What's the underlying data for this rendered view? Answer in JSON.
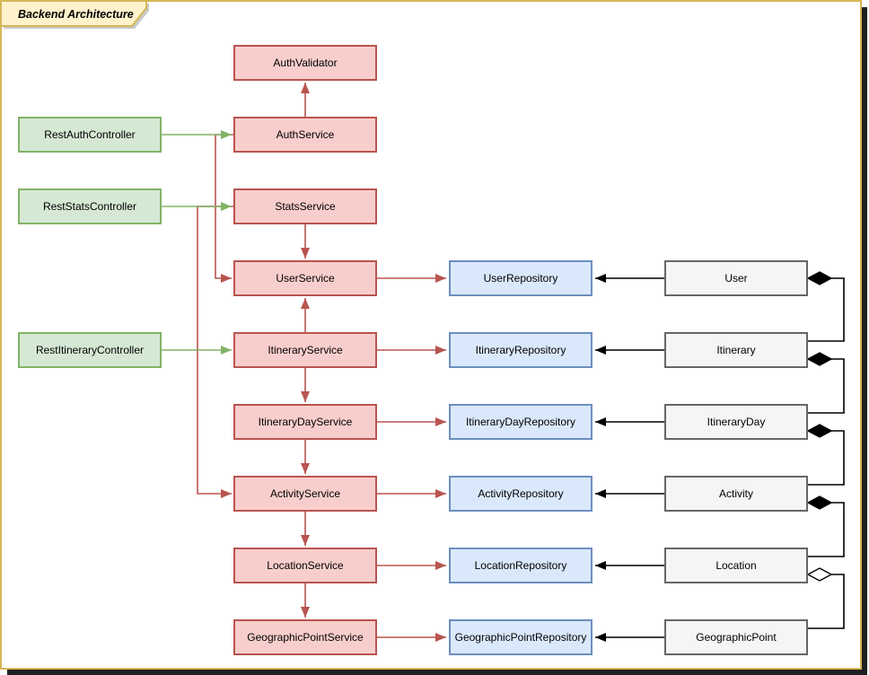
{
  "frame": {
    "title": "Backend Architecture"
  },
  "colors": {
    "frame_fill": "#fff2cc",
    "frame_stroke": "#d6b656",
    "controller_fill": "#d5e8d4",
    "controller_stroke": "#82b366",
    "service_fill": "#f8cecc",
    "service_stroke": "#b85450",
    "repository_fill": "#dae8fc",
    "repository_stroke": "#6c8ebf",
    "entity_fill": "#f5f5f5",
    "entity_stroke": "#666666",
    "edge_green": "#82b366",
    "edge_red": "#b85450",
    "edge_black": "#000000",
    "canvas_bg": "#ffffff"
  },
  "nodes": {
    "controllers": [
      {
        "label": "RestAuthController"
      },
      {
        "label": "RestStatsController"
      },
      {
        "label": "RestItineraryController"
      }
    ],
    "services": [
      {
        "label": "AuthValidator"
      },
      {
        "label": "AuthService"
      },
      {
        "label": "StatsService"
      },
      {
        "label": "UserService"
      },
      {
        "label": "ItineraryService"
      },
      {
        "label": "ItineraryDayService"
      },
      {
        "label": "ActivityService"
      },
      {
        "label": "LocationService"
      },
      {
        "label": "GeographicPointService"
      }
    ],
    "repositories": [
      {
        "label": "UserRepository"
      },
      {
        "label": "ItineraryRepository"
      },
      {
        "label": "ItineraryDayRepository"
      },
      {
        "label": "ActivityRepository"
      },
      {
        "label": "LocationRepository"
      },
      {
        "label": "GeographicPointRepository"
      }
    ],
    "entities": [
      {
        "label": "User"
      },
      {
        "label": "Itinerary"
      },
      {
        "label": "ItineraryDay"
      },
      {
        "label": "Activity"
      },
      {
        "label": "Location"
      },
      {
        "label": "GeographicPoint"
      }
    ]
  },
  "edges": [
    {
      "from": "RestAuthController",
      "to": "AuthService",
      "type": "arrow",
      "color": "green"
    },
    {
      "from": "RestStatsController",
      "to": "StatsService",
      "type": "arrow",
      "color": "green"
    },
    {
      "from": "RestItineraryController",
      "to": "ItineraryService",
      "type": "arrow",
      "color": "green"
    },
    {
      "from": "AuthService",
      "to": "AuthValidator",
      "type": "arrow",
      "color": "red"
    },
    {
      "from": "AuthService",
      "to": "UserService",
      "type": "arrow",
      "color": "red"
    },
    {
      "from": "StatsService",
      "to": "UserService",
      "type": "arrow",
      "color": "red"
    },
    {
      "from": "StatsService",
      "to": "ActivityService",
      "type": "arrow",
      "color": "red"
    },
    {
      "from": "ItineraryService",
      "to": "UserService",
      "type": "arrow",
      "color": "red"
    },
    {
      "from": "ItineraryService",
      "to": "ItineraryDayService",
      "type": "arrow",
      "color": "red"
    },
    {
      "from": "ItineraryDayService",
      "to": "ActivityService",
      "type": "arrow",
      "color": "red"
    },
    {
      "from": "ActivityService",
      "to": "LocationService",
      "type": "arrow",
      "color": "red"
    },
    {
      "from": "LocationService",
      "to": "GeographicPointService",
      "type": "arrow",
      "color": "red"
    },
    {
      "from": "UserService",
      "to": "UserRepository",
      "type": "arrow",
      "color": "red"
    },
    {
      "from": "ItineraryService",
      "to": "ItineraryRepository",
      "type": "arrow",
      "color": "red"
    },
    {
      "from": "ItineraryDayService",
      "to": "ItineraryDayRepository",
      "type": "arrow",
      "color": "red"
    },
    {
      "from": "ActivityService",
      "to": "ActivityRepository",
      "type": "arrow",
      "color": "red"
    },
    {
      "from": "LocationService",
      "to": "LocationRepository",
      "type": "arrow",
      "color": "red"
    },
    {
      "from": "GeographicPointService",
      "to": "GeographicPointRepository",
      "type": "arrow",
      "color": "red"
    },
    {
      "from": "User",
      "to": "UserRepository",
      "type": "arrow",
      "color": "black"
    },
    {
      "from": "Itinerary",
      "to": "ItineraryRepository",
      "type": "arrow",
      "color": "black"
    },
    {
      "from": "ItineraryDay",
      "to": "ItineraryDayRepository",
      "type": "arrow",
      "color": "black"
    },
    {
      "from": "Activity",
      "to": "ActivityRepository",
      "type": "arrow",
      "color": "black"
    },
    {
      "from": "Location",
      "to": "LocationRepository",
      "type": "arrow",
      "color": "black"
    },
    {
      "from": "GeographicPoint",
      "to": "GeographicPointRepository",
      "type": "arrow",
      "color": "black"
    },
    {
      "from": "User",
      "to": "Itinerary",
      "type": "composition-filled-diamond",
      "color": "black"
    },
    {
      "from": "Itinerary",
      "to": "ItineraryDay",
      "type": "composition-filled-diamond",
      "color": "black"
    },
    {
      "from": "ItineraryDay",
      "to": "Activity",
      "type": "composition-filled-diamond",
      "color": "black"
    },
    {
      "from": "Activity",
      "to": "Location",
      "type": "composition-filled-diamond",
      "color": "black"
    },
    {
      "from": "Location",
      "to": "GeographicPoint",
      "type": "aggregation-hollow-diamond",
      "color": "black"
    }
  ]
}
